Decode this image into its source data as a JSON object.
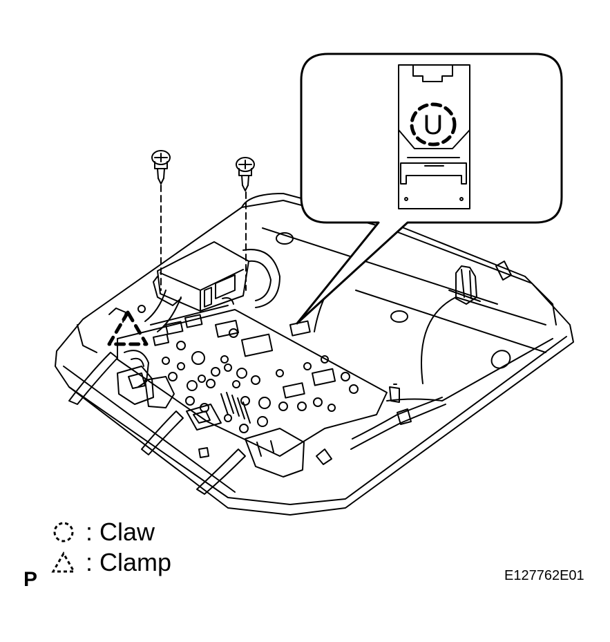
{
  "legend": {
    "claw": {
      "symbol": "dashed-circle",
      "label": ": Claw"
    },
    "clamp": {
      "symbol": "dashed-triangle",
      "label": ": Clamp"
    }
  },
  "view_label": "P",
  "figure_id": "E127762E01",
  "callout": {
    "letter": "U"
  },
  "colors": {
    "line": "#000000",
    "background": "#ffffff"
  }
}
